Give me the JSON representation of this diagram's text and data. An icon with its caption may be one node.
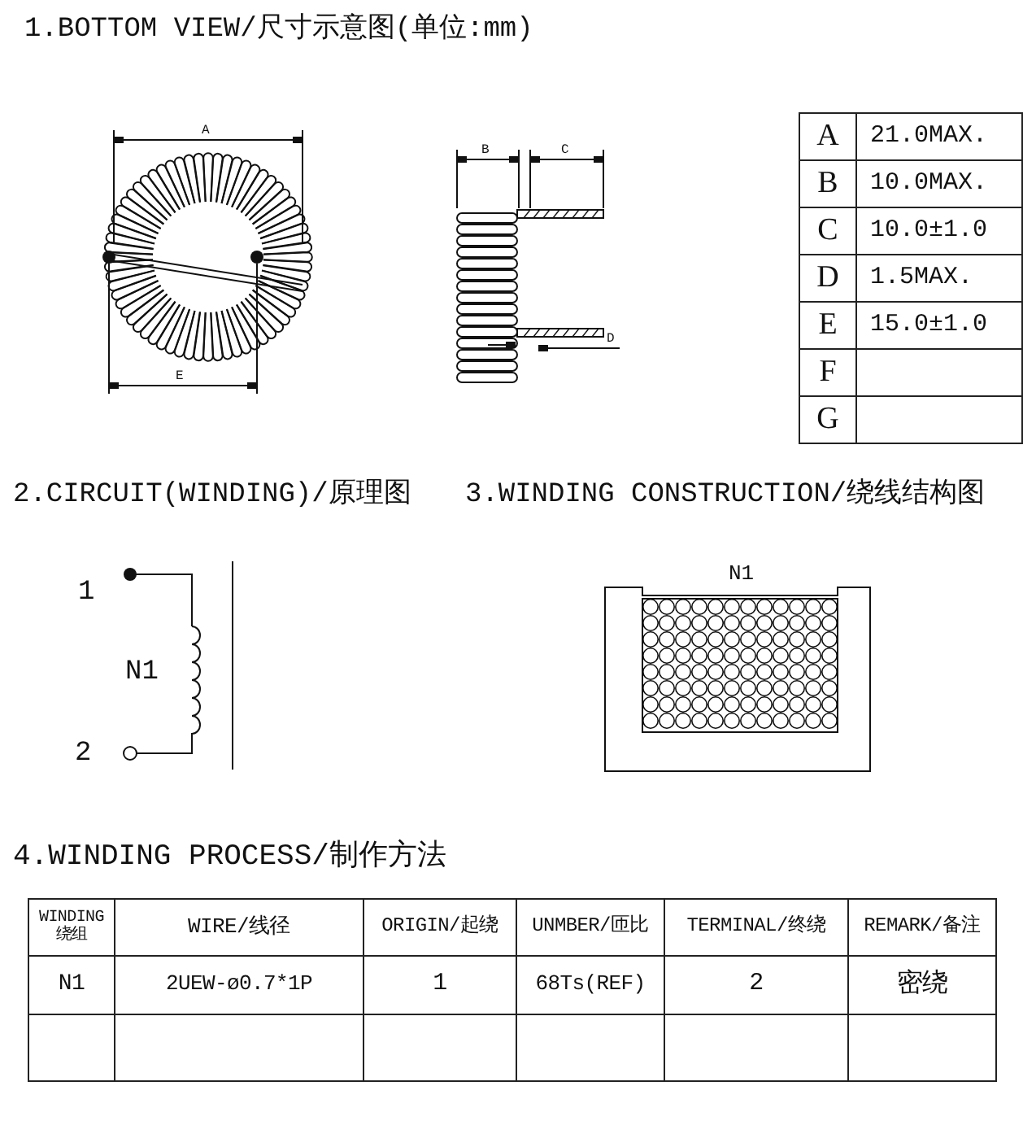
{
  "diagram": {
    "labels": [
      "1.BOTTOM VIEW/尺寸示意图(单位:mm)",
      "A",
      "E",
      "B",
      "C",
      "D",
      "A",
      "21.0MAX.",
      "B",
      "10.0MAX.",
      "C",
      "10.0±1.0",
      "D",
      "1.5MAX.",
      "E",
      "15.0±1.0",
      "F",
      "G",
      "2.CIRCUIT(WINDING)/原理图",
      "3.WINDING CONSTRUCTION/绕线结构图",
      "1",
      "N1",
      "2",
      "N1",
      "4.WINDING PROCESS/制作方法",
      "WINDING 绕组",
      "WIRE/线径",
      "ORIGIN/起绕",
      "UNMBER/匝比",
      "TERMINAL/终绕",
      "REMARK/备注",
      "N1",
      "2UEW-ø0.7*1P",
      "1",
      "68Ts(REF)",
      "2",
      "密绕"
    ]
  }
}
